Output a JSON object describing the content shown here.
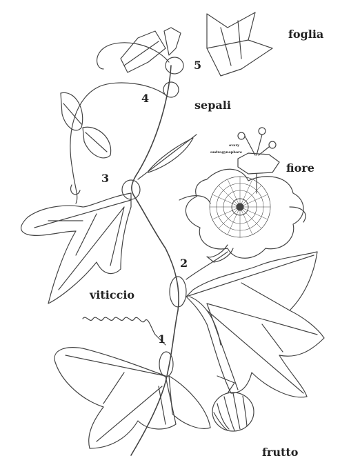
{
  "labels": {
    "foglia": "foglia",
    "sepali": "sepali",
    "fiore": "fiore",
    "viticcio": "viticcio",
    "frutto": "frutto",
    "ovary": "ovary",
    "androgynophore": "androgynophore"
  },
  "nodes": [
    "1",
    "2",
    "3",
    "4",
    "5"
  ],
  "colors": {
    "ink": "#333333",
    "paper": "#ffffff"
  }
}
